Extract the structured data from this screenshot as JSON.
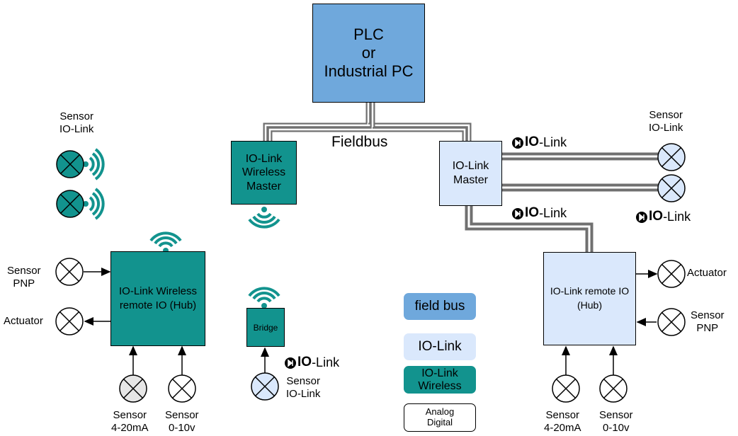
{
  "plc": {
    "line1": "PLC",
    "line2": "or",
    "line3": "Industrial PC"
  },
  "fieldbus_label": "Fieldbus",
  "wireless_master": {
    "line1": "IO-Link",
    "line2": "Wireless",
    "line3": "Master"
  },
  "iolink_master": {
    "line1": "IO-Link",
    "line2": "Master"
  },
  "wireless_hub": {
    "line1": "IO-Link Wireless",
    "line2": "remote IO (Hub)"
  },
  "bridge": {
    "label": "Bridge"
  },
  "remote_hub": {
    "line1": "IO-Link remote IO",
    "line2": "(Hub)"
  },
  "iolink_logo": {
    "bold": "IO",
    "rest": "-Link"
  },
  "labels": {
    "sensor_iolink_wireless": {
      "l1": "Sensor",
      "l2": "IO-Link"
    },
    "sensor_iolink_right": {
      "l1": "Sensor",
      "l2": "IO-Link"
    },
    "sensor_pnp_left": {
      "l1": "Sensor",
      "l2": "PNP"
    },
    "actuator_left": "Actuator",
    "sensor_420_left": {
      "l1": "Sensor",
      "l2": "4-20mA"
    },
    "sensor_010_left": {
      "l1": "Sensor",
      "l2": "0-10v"
    },
    "sensor_iolink_bridge": {
      "l1": "Sensor",
      "l2": "IO-Link"
    },
    "actuator_right": "Actuator",
    "sensor_pnp_right": {
      "l1": "Sensor",
      "l2": "PNP"
    },
    "sensor_420_right": {
      "l1": "Sensor",
      "l2": "4-20mA"
    },
    "sensor_010_right": {
      "l1": "Sensor",
      "l2": "0-10v"
    }
  },
  "legend": {
    "field_bus": "field bus",
    "iolink": "IO-Link",
    "iolink_wireless_l1": "IO-Link",
    "iolink_wireless_l2": "Wireless",
    "analog_l1": "Analog",
    "analog_l2": "Digital"
  },
  "colors": {
    "blue": "#6fa8dc",
    "light_blue": "#dae8fc",
    "teal": "#12938e"
  }
}
